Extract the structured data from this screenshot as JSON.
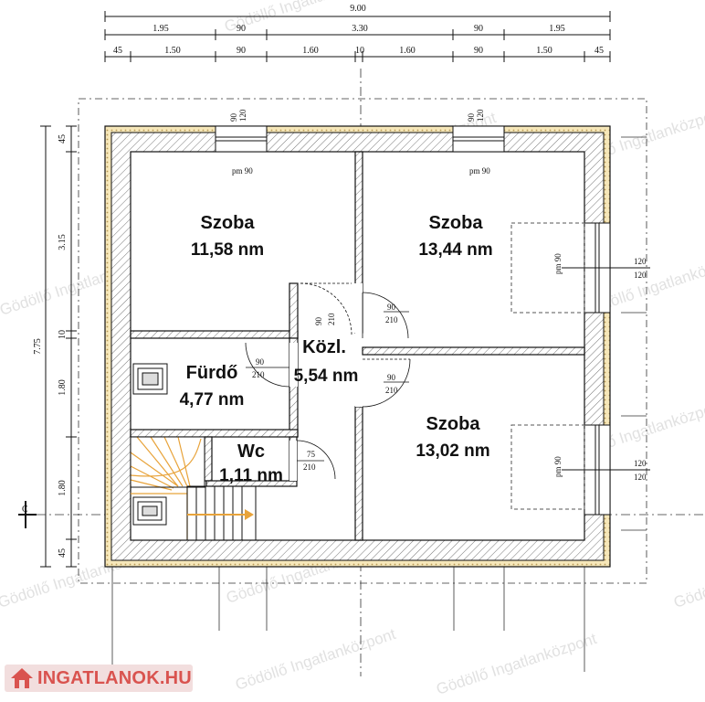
{
  "dimensions": {
    "overall": "9.00",
    "row1": [
      "1.95",
      "90",
      "3.30",
      "90",
      "1.95"
    ],
    "row2": [
      "45",
      "1.50",
      "90",
      "1.60",
      "10",
      "1.60",
      "90",
      "1.50",
      "45"
    ],
    "left_total": "7.75",
    "left_segments": [
      "45",
      "3.15",
      "10",
      "1.80",
      "1.80",
      "45"
    ]
  },
  "section_mark": "C",
  "openings": {
    "top_left": {
      "a": "90",
      "b": "120",
      "pm": "pm 90"
    },
    "top_right": {
      "a": "90",
      "b": "120",
      "pm": "pm 90"
    },
    "right_upper": {
      "pm": "pm 90",
      "a": "120",
      "b": "120"
    },
    "right_lower": {
      "pm": "pm 90",
      "a": "120",
      "b": "120"
    },
    "door_szoba1": {
      "a": "90",
      "b": "210"
    },
    "door_szoba2": {
      "a": "90",
      "b": "210"
    },
    "door_furdo": {
      "a": "90",
      "b": "210"
    },
    "door_szoba3": {
      "a": "90",
      "b": "210"
    },
    "door_wc": {
      "a": "75",
      "b": "210"
    }
  },
  "rooms": [
    {
      "name": "Szoba",
      "area": "11,58 nm"
    },
    {
      "name": "Szoba",
      "area": "13,44 nm"
    },
    {
      "name": "Fürdő",
      "area": "4,77 nm"
    },
    {
      "name": "Közl.",
      "area": "5,54 nm"
    },
    {
      "name": "Szoba",
      "area": "13,02 nm"
    },
    {
      "name": "Wc",
      "area": "1,11 nm"
    }
  ],
  "watermark": "Gödöllő Ingatlanközpont",
  "logo": {
    "text": "INGATLANOK.HU",
    "color": "#d9534f"
  }
}
